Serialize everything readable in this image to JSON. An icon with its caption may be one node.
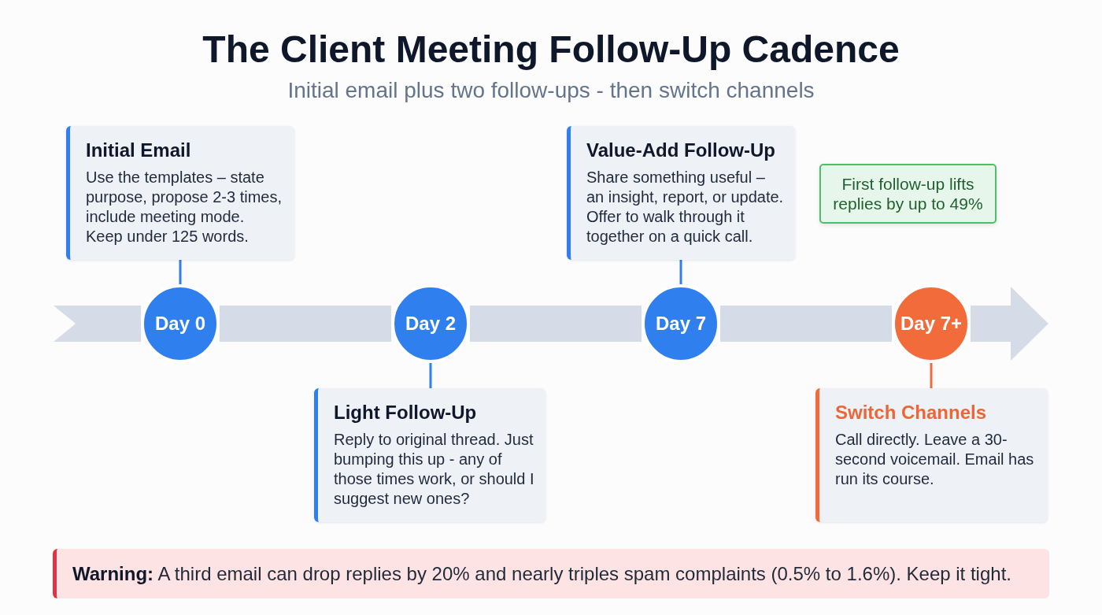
{
  "diagram": {
    "title": "The Client Meeting Follow-Up Cadence",
    "nodes": [
      {
        "text": [
          "Initial Email",
          "Use the templates – state purpose, propose 2-3 times, include meeting mode. Keep under 125 words."
        ]
      },
      {
        "text": [
          "Value-Add Follow-Up",
          "Share something useful – an insight, report, or update. Offer to walk through it together on a quick call."
        ]
      },
      {
        "text": [
          "First follow-up lifts replies by up to 49%"
        ]
      },
      {
        "text": [
          "Day 0"
        ]
      },
      {
        "text": [
          "Day 2"
        ]
      },
      {
        "text": [
          "Day 7"
        ]
      },
      {
        "text": [
          "Day 7+"
        ]
      },
      {
        "text": [
          "Light Follow-Up",
          "Reply to original thread. Just bumping this up - any of those times work, or should I suggest new ones?"
        ]
      },
      {
        "text": [
          "Switch Channels",
          "Call directly. Leave a 30-second voicemail. Email has run its course."
        ]
      },
      {
        "text": [
          "**Warning:** A third email can drop replies by 20% and nearly triples spam complaints (0.5% to 1.6%). Keep it tight."
        ]
      }
    ],
    "edges": [
      {
        "from": 3,
        "to": 0,
        "arrow": "none"
      },
      {
        "from": 4,
        "to": 7,
        "arrow": "none"
      },
      {
        "from": 5,
        "to": 1,
        "arrow": "none"
      },
      {
        "from": 6,
        "to": 8,
        "arrow": "none",
        "color": "#f26b3a"
      },
      {
        "from": null,
        "to": 3,
        "arrow": "none",
        "style": "thick",
        "color": "#d5dce8"
      },
      {
        "from": 3,
        "to": 4,
        "arrow": "none",
        "style": "thick",
        "color": "#d5dce8"
      },
      {
        "from": 4,
        "to": 5,
        "arrow": "none",
        "style": "thick",
        "color": "#d5dce8"
      },
      {
        "from": 5,
        "to": 6,
        "arrow": "none",
        "style": "thick",
        "color": "#d5dce8"
      },
      {
        "from": 6,
        "to": null,
        "arrow": "to",
        "style": "thick",
        "color": "#d5dce8"
      }
    ],
    "labels": [
      "Initial email plus two follow-ups - then switch channels"
    ]
  }
}
